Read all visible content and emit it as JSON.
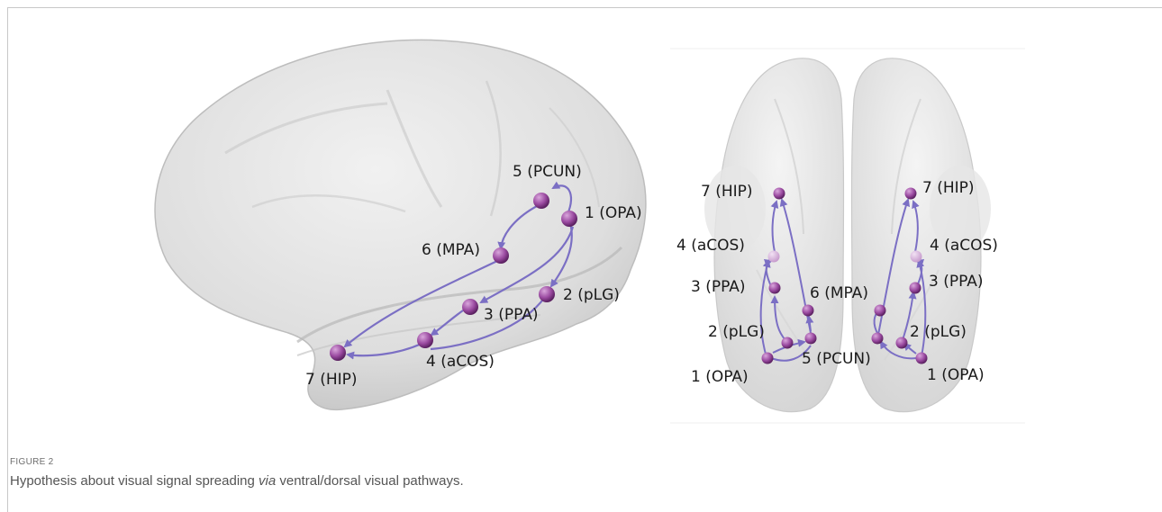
{
  "figure": {
    "label": "FIGURE 2",
    "caption_before": "Hypothesis about visual signal spreading ",
    "caption_italic": "via",
    "caption_after": " ventral/dorsal visual pathways."
  },
  "lateral_view": {
    "nodes": {
      "n5": "5 (PCUN)",
      "n1": "1 (OPA)",
      "n6": "6 (MPA)",
      "n2": "2 (pLG)",
      "n3": "3 (PPA)",
      "n4": "4 (aCOS)",
      "n7": "7 (HIP)"
    }
  },
  "ventral_view": {
    "left": {
      "n7": "7 (HIP)",
      "n4": "4 (aCOS)",
      "n3": "3 (PPA)",
      "n6": "6 (MPA)",
      "n2": "2 (pLG)",
      "n1": "1 (OPA)",
      "n5": "5 (PCUN)"
    },
    "right": {
      "n7": "7 (HIP)",
      "n4": "4 (aCOS)",
      "n3": "3 (PPA)",
      "n2": "2 (pLG)",
      "n1": "1 (OPA)"
    }
  },
  "colors": {
    "arrow": "#7b6fc4",
    "node": "#8a3f8f",
    "node_light": "#cfa8d6",
    "brain": "#dcdcdc"
  }
}
